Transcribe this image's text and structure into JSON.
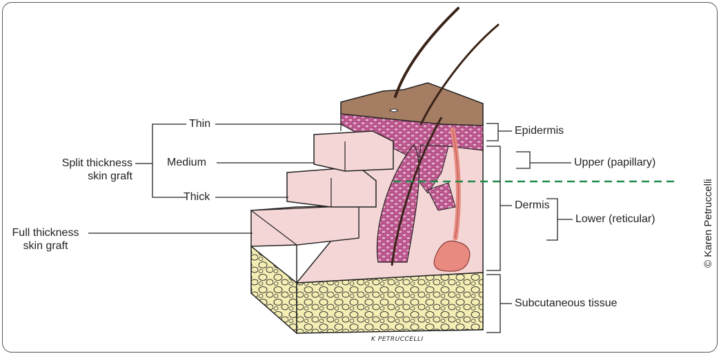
{
  "labels": {
    "thin": "Thin",
    "medium": "Medium",
    "thick": "Thick",
    "split_thickness": "Split thickness\nskin graft",
    "full_thickness": "Full thickness\nskin graft",
    "epidermis": "Epidermis",
    "dermis": "Dermis",
    "upper_papillary": "Upper (papillary)",
    "lower_reticular": "Lower (reticular)",
    "subcutaneous": "Subcutaneous tissue"
  },
  "credits": {
    "copyright": "© Karen Petruccelli",
    "signature": "K PETRUCCELLI"
  },
  "colors": {
    "epidermis_top": "#a57d62",
    "dermis_pink": "#f5d6d6",
    "cell_magenta": "#c45a93",
    "hair": "#3a2318",
    "sweat_gland": "#e88a80",
    "fat_yellow": "#f4eeb4",
    "dashed_line": "#1e8a4a",
    "lines": "#222222"
  }
}
